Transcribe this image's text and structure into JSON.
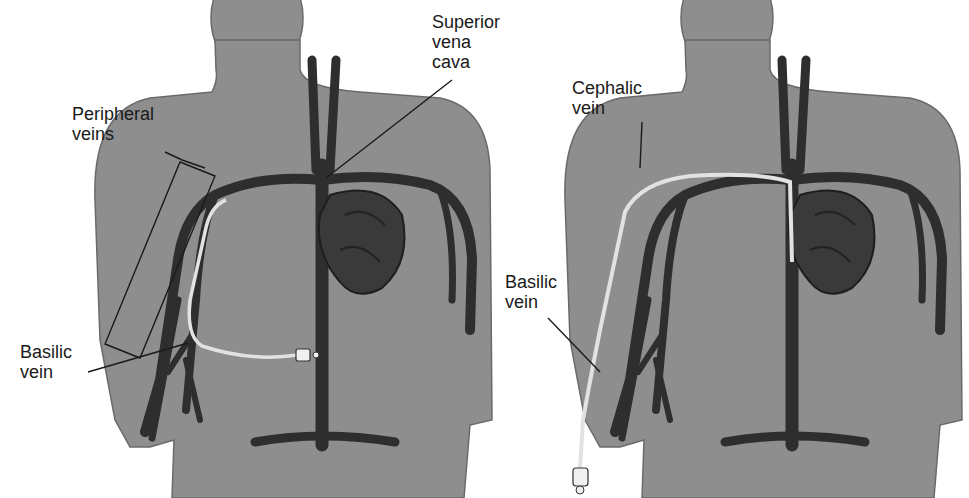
{
  "diagram": {
    "labels": [
      "Peripheral veins",
      "Basilic vein",
      "Superior vena cava",
      "Cephalic vein",
      "Basilic vein"
    ]
  }
}
